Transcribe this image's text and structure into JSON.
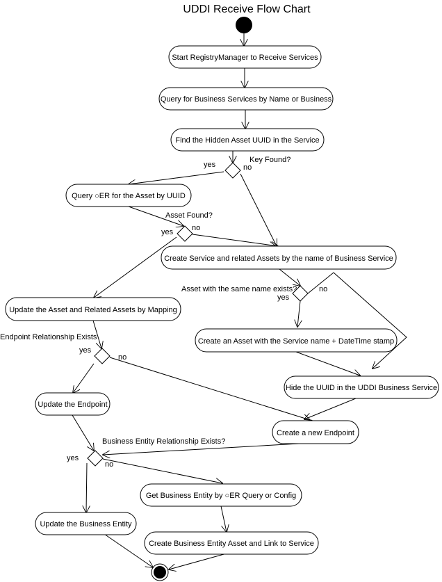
{
  "title": "UDDI Receive  Flow Chart",
  "nodes": {
    "start_registry": "Start RegistryManager to Receive Services",
    "query_services": "Query for Business Services by Name or Business",
    "find_uuid": "Find the Hidden Asset UUID in the Service",
    "query_oer": "Query ○ER for the Asset by UUID",
    "create_service": "Create Service and related Assets by the name of Business Service",
    "update_asset": "Update the Asset and Related Assets by Mapping",
    "create_asset_stamp": "Create an Asset with the Service name + DateTime stamp",
    "hide_uuid": "Hide the UUID in the UDDI Business Service",
    "update_endpoint": "Update the Endpoint",
    "create_endpoint": "Create a new Endpoint",
    "get_business_entity": "Get Business Entity by ○ER Query or Config",
    "update_business_entity": "Update the Business Entity",
    "create_business_entity": "Create Business Entity Asset and Link to Service"
  },
  "decisions": {
    "key_found": "Key Found?",
    "asset_found": "Asset Found?",
    "same_name": "Asset with the same name exists?",
    "endpoint_rel": "Endpoint Relationship Exists",
    "entity_rel": "Business Entity Relationship Exists?"
  },
  "branch_labels": {
    "key_yes": "yes",
    "key_no": "no",
    "asset_yes": "yes",
    "asset_no": "no",
    "same_yes": "yes",
    "same_no": "no",
    "endpoint_yes": "yes",
    "endpoint_no": "no",
    "entity_yes": "yes",
    "entity_no": "no"
  }
}
